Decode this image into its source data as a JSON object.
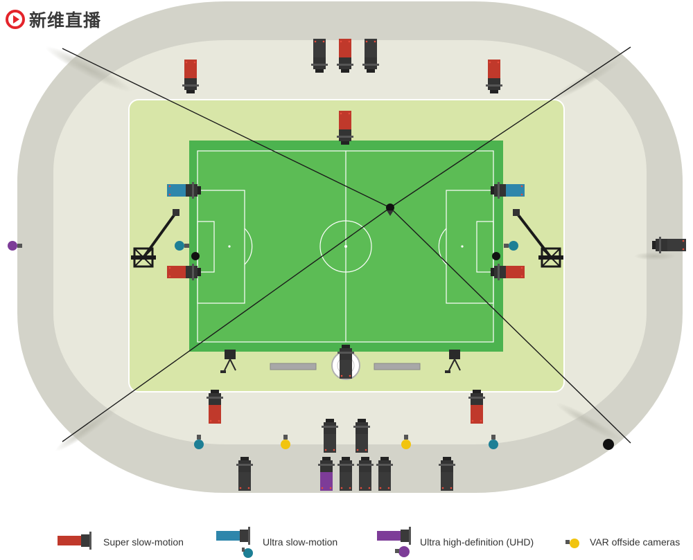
{
  "watermark": {
    "brand_text": "新维直播",
    "accent_color": "#e4242b",
    "icon": "play-circle-icon"
  },
  "diagram": {
    "subject": "stadium camera positions",
    "camera_colors": {
      "super_slow_motion": "#c0392b",
      "ultra_slow_motion": "#2e86ab",
      "ultra_hd": "#7d3c98",
      "standard": "#3a3a3a",
      "var_offside": "#f1c40f",
      "compact_ultra_slow": "#1d7f95",
      "compact_uhd": "#7d3c98"
    }
  },
  "legend": [
    {
      "key": "super_slow_motion",
      "label": "Super slow-motion",
      "icon": "red-camera-icon"
    },
    {
      "key": "ultra_slow_motion",
      "label": "Ultra slow-motion",
      "icon": "blue-camera-icon"
    },
    {
      "key": "ultra_hd",
      "label": "Ultra high-definition (UHD)",
      "icon": "purple-camera-icon"
    },
    {
      "key": "var_offside",
      "label": "VAR offside cameras",
      "icon": "yellow-camera-icon"
    }
  ]
}
